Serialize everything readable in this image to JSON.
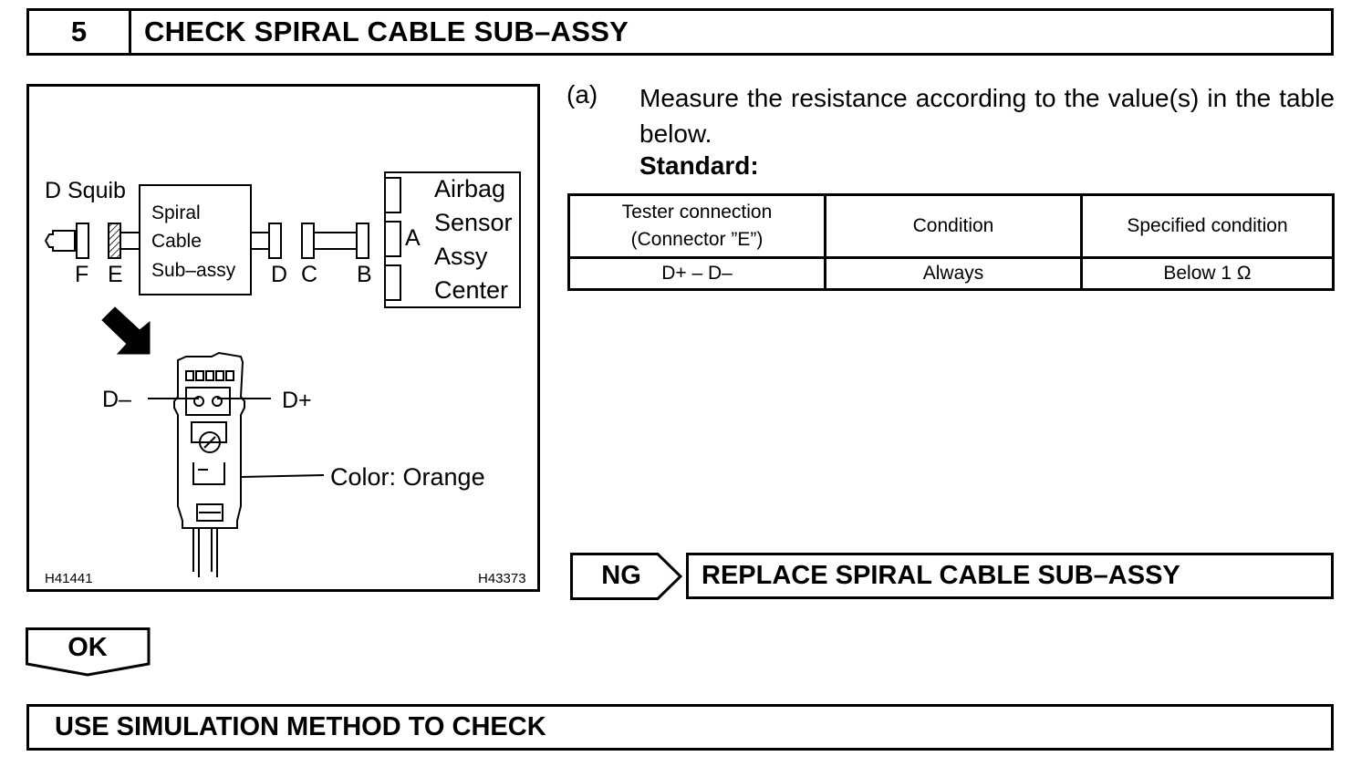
{
  "step": {
    "number": "5",
    "title": "CHECK SPIRAL CABLE SUB–ASSY"
  },
  "instruction": {
    "letter": "(a)",
    "text": "Measure the resistance according to the value(s) in the table below.",
    "standard_label": "Standard:"
  },
  "table": {
    "headers": [
      "Tester connection (Connector ”E”)",
      "Condition",
      "Specified condition"
    ],
    "header_line1": "Tester connection",
    "header_line2": "(Connector ”E”)",
    "rows": [
      {
        "connection": "D+ – D–",
        "condition": "Always",
        "specified": "Below 1 Ω"
      }
    ]
  },
  "figure": {
    "d_squib": "D Squib",
    "spiral_line1": "Spiral",
    "spiral_line2": "Cable",
    "spiral_line3": "Sub–assy",
    "connector_letters": {
      "f": "F",
      "e": "E",
      "d": "D",
      "c": "C",
      "b": "B",
      "a": "A"
    },
    "sensor_line1": "Airbag",
    "sensor_line2": "Sensor",
    "sensor_line3": "Assy",
    "sensor_line4": "Center",
    "d_minus": "D–",
    "d_plus": "D+",
    "color_label": "Color: Orange",
    "code_left": "H41441",
    "code_right": "H43373"
  },
  "ng": {
    "label": "NG",
    "action": "REPLACE SPIRAL CABLE SUB–ASSY"
  },
  "ok": {
    "label": "OK"
  },
  "final_action": "USE SIMULATION METHOD TO CHECK"
}
